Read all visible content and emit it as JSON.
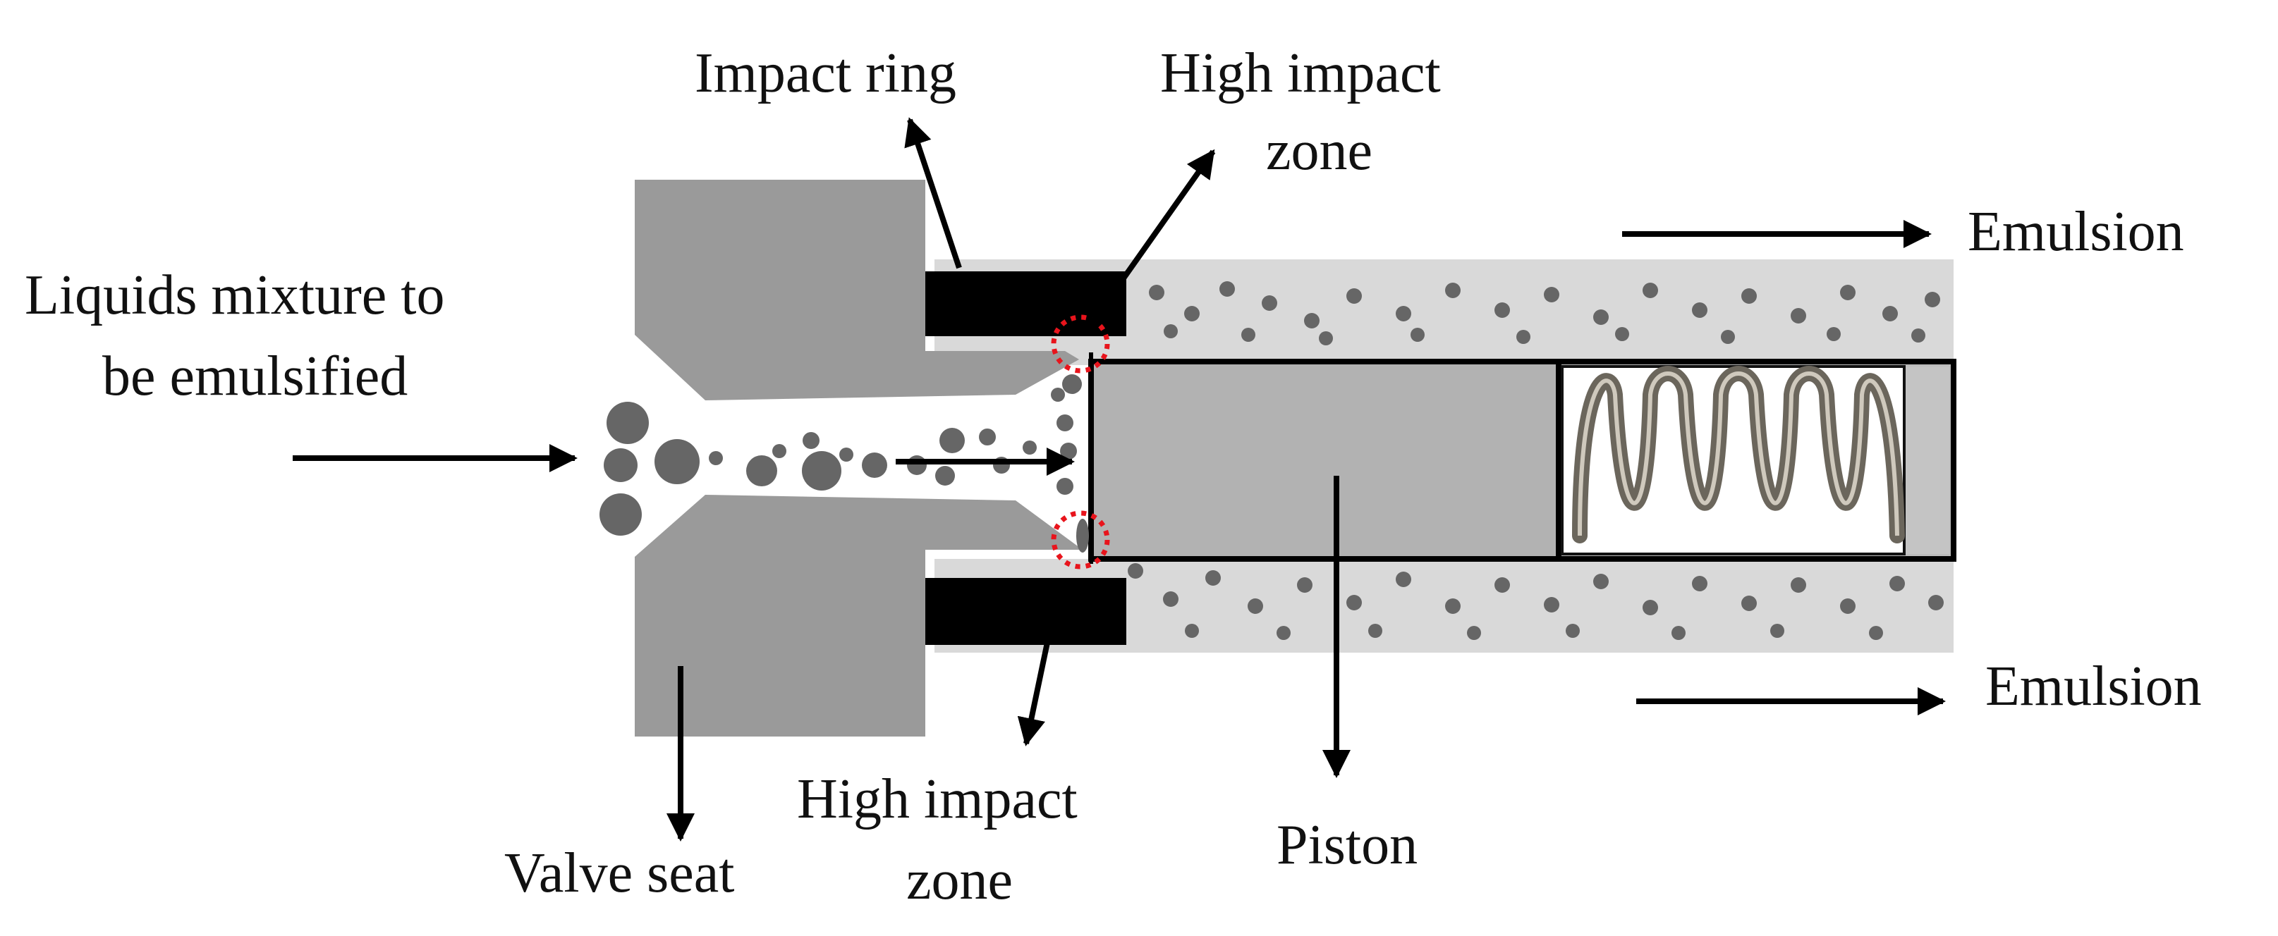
{
  "labels": {
    "impact_ring": "Impact ring",
    "high_impact_zone_top": [
      "High impact",
      "zone"
    ],
    "emulsion_top": "Emulsion",
    "emulsion_bottom": "Emulsion",
    "liquids_mixture": [
      "Liquids mixture to",
      "be emulsified"
    ],
    "valve_seat": "Valve seat",
    "high_impact_zone_bottom": [
      "High impact",
      "zone"
    ],
    "piston": "Piston"
  },
  "colors": {
    "valve_seat": "#9a9a9a",
    "emulsion_channel": "#d9d9d9",
    "piston": "#b2b2b2",
    "impact_ring": "#000000",
    "droplet": "#666666",
    "impact_zone_marker": "#e8141c",
    "arrow": "#000000",
    "spring": "#6b665c"
  },
  "icons": {
    "spring": "coil-spring-photo",
    "impact_zone_marker": "dotted-red-circle"
  }
}
